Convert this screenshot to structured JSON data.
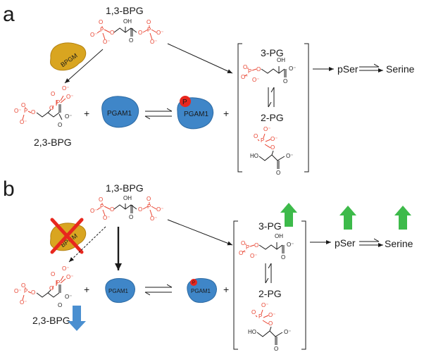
{
  "panel_a": {
    "label": "a",
    "bpg13": "1,3-BPG",
    "bpgm": "BPGM",
    "pg3": "3-PG",
    "pg2": "2-PG",
    "bpg23": "2,3-BPG",
    "pgam1": "PGAM1",
    "pgam1_p": "PGAM1",
    "phospho": "P",
    "plus1": "+",
    "plus2": "+",
    "pser": "pSer",
    "serine": "Serine"
  },
  "panel_b": {
    "label": "b",
    "bpg13": "1,3-BPG",
    "bpgm": "BPGM",
    "pg3": "3-PG",
    "pg2": "2-PG",
    "bpg23": "2,3-BPG",
    "pgam1": "PGAM1",
    "pgam1_p": "PGAM1",
    "phospho": "P",
    "plus1": "+",
    "plus2": "+",
    "pser": "pSer",
    "serine": "Serine"
  },
  "chem": {
    "oh": "OH",
    "ho": "HO",
    "o": "O",
    "o_minus": "O⁻",
    "p": "P"
  },
  "colors": {
    "phosphate": "#e8402d",
    "enzyme_blue": "#3f86c8",
    "enzyme_gold": "#d9a520",
    "phospho_red": "#e8271e",
    "up_green": "#3dba4a",
    "down_blue": "#4a8fd0",
    "cross_red": "#e8271e"
  }
}
